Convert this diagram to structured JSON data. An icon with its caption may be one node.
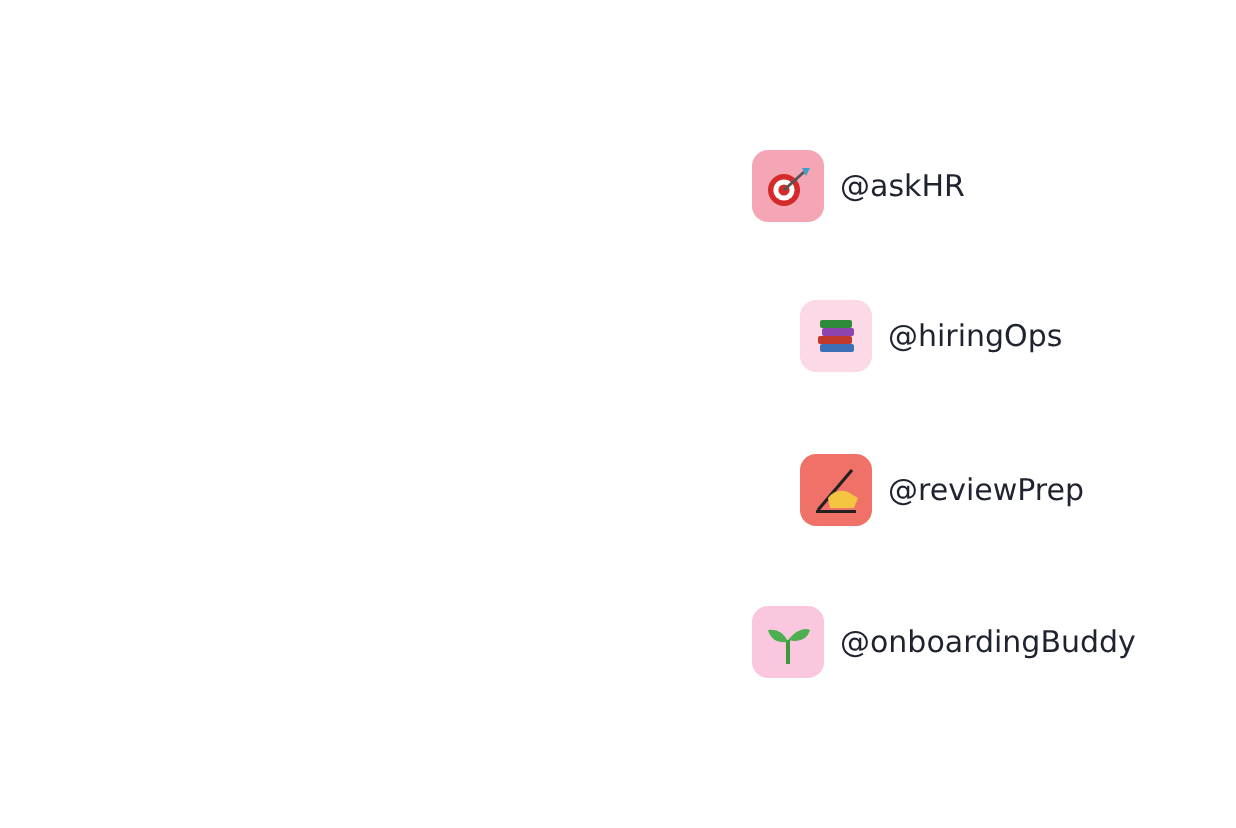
{
  "diagram": {
    "labels": [
      "@askHR",
      "@hiringOps",
      "@reviewPrep",
      "@onboardingBuddy"
    ]
  }
}
